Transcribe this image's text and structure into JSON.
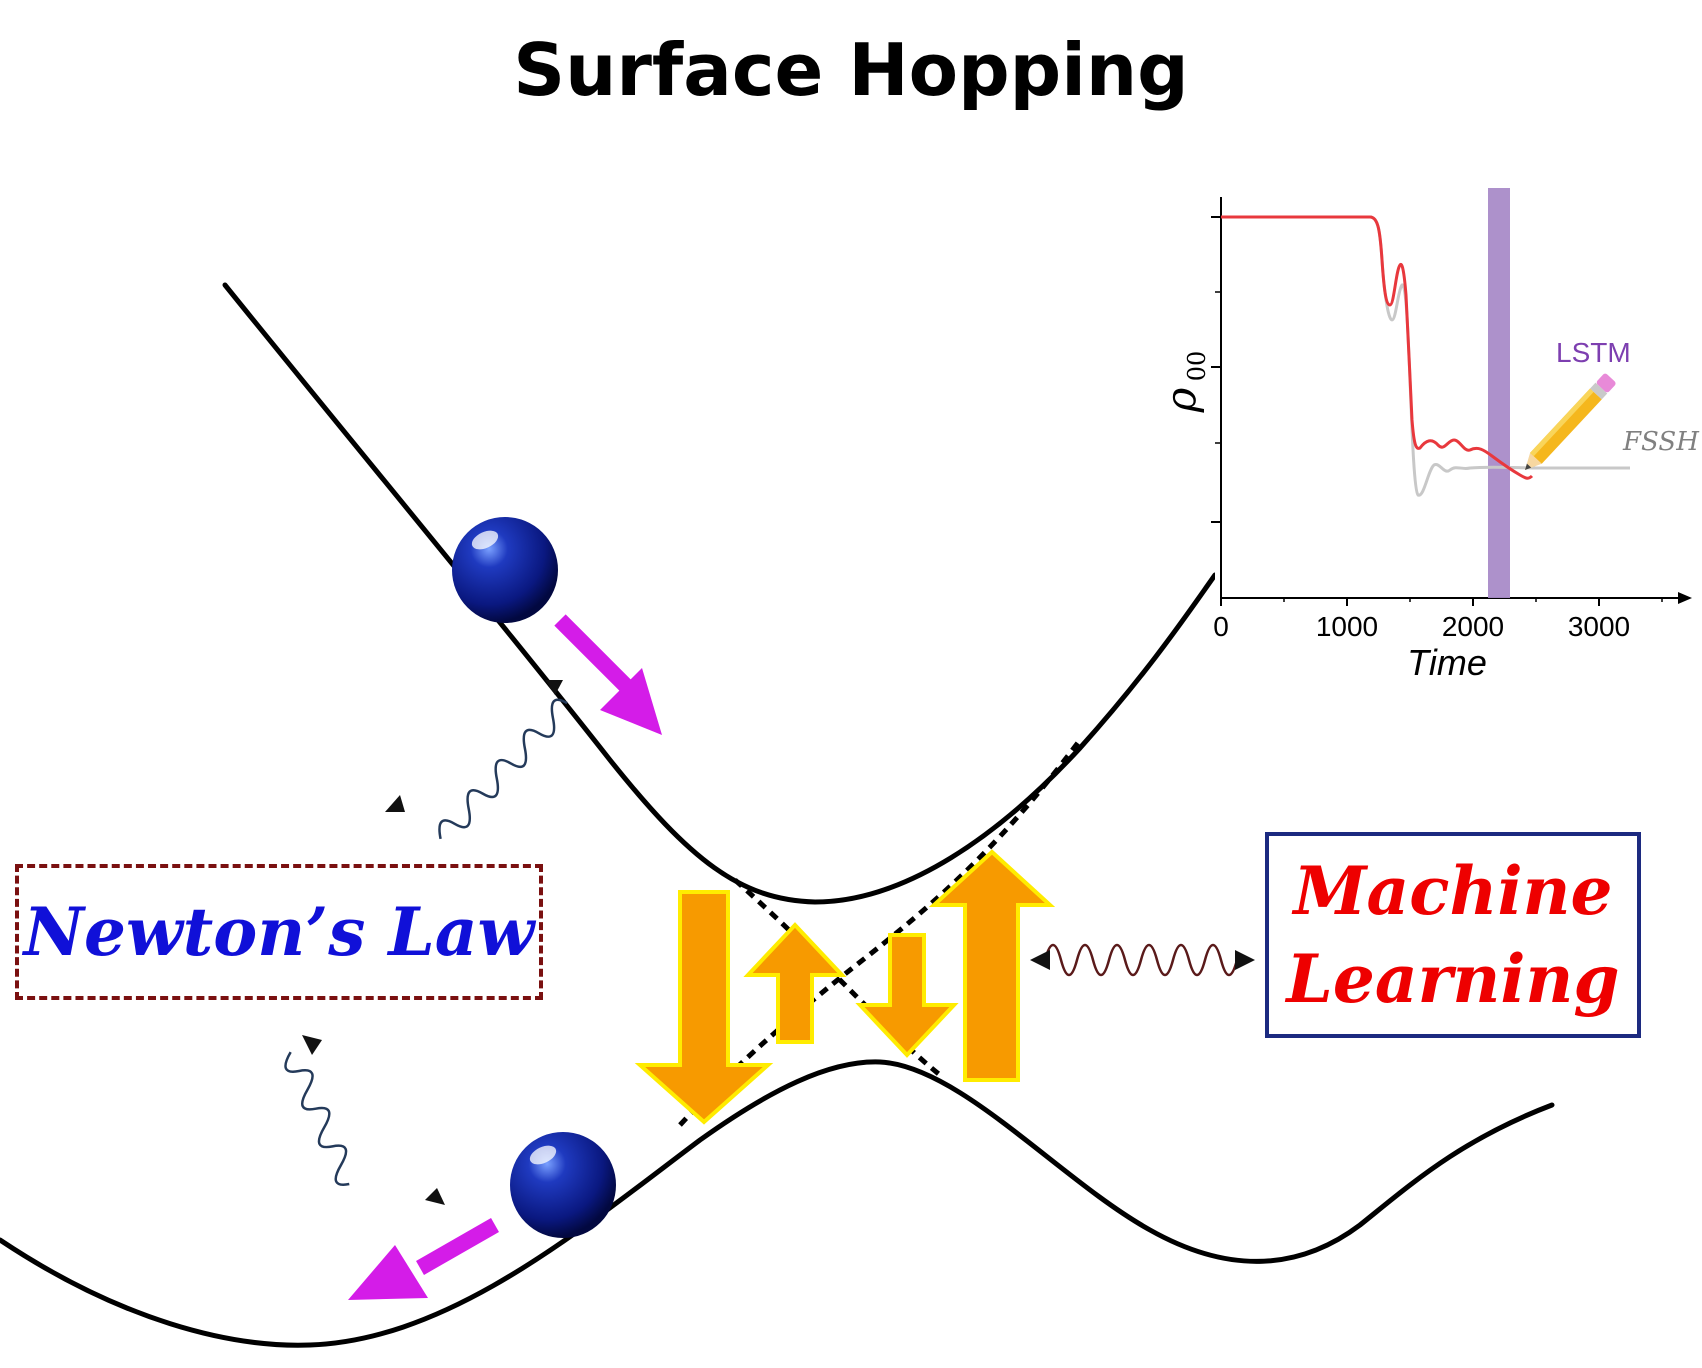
{
  "title": "Surface Hopping",
  "newton_label": "Newton’s Law",
  "ml_label_line1": "Machine",
  "ml_label_line2": "Learning",
  "inset": {
    "ylabel": "ρ",
    "ylabel_sub": "00",
    "xlabel": "Time",
    "x_ticks": [
      "0",
      "1000",
      "2000",
      "3000"
    ],
    "lstm_label": "LSTM",
    "fssh_label": "FSSH"
  },
  "colors": {
    "red_curve": "#e8383d",
    "gray_curve": "#c8c8c8",
    "lstm_text": "#7d3fb0",
    "band": "#a98bc8",
    "orange_arrow": "#f79a00",
    "arrow_outline": "#ffec00",
    "magenta_arrow": "#d41ce8",
    "ball": "#0b1b8c"
  },
  "icons": {
    "pencil": "pencil-icon",
    "ball": "ball-icon"
  }
}
